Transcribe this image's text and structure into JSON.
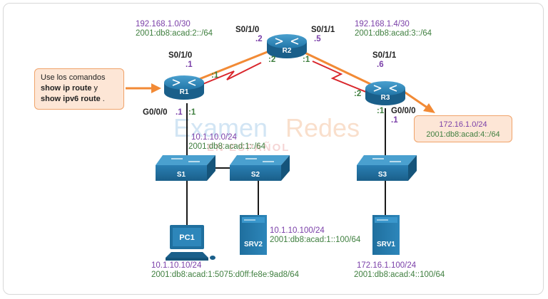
{
  "callout_left": {
    "line1": "Use los comandos",
    "line2_bold": "show ip route",
    "line2_rest": " y",
    "line3_bold": "show ipv6 route",
    "line3_rest": " ."
  },
  "callout_right": {
    "ipv4": "172.16.1.0/24",
    "ipv6": "2001:db8:acad:4::/64"
  },
  "devices": {
    "r1": "R1",
    "r2": "R2",
    "r3": "R3",
    "s1": "S1",
    "s2": "S2",
    "s3": "S3",
    "pc1": "PC1",
    "srv1": "SRV1",
    "srv2": "SRV2"
  },
  "interfaces": {
    "r1_s010": "S0/1/0",
    "r1_g000": "G0/0/0",
    "r2_s010": "S0/1/0",
    "r2_s011": "S0/1/1",
    "r3_s011": "S0/1/1",
    "r3_g000": "G0/0/0"
  },
  "host_ids": {
    "r1_serial_v4": ".1",
    "r1_serial_v6": ":1",
    "r1_lan_v4": ".1",
    "r1_lan_v6": ":1",
    "r2_left_v4": ".2",
    "r2_left_v6": ":2",
    "r2_right_v4": ".5",
    "r2_right_v6": ":1",
    "r3_serial_v4": ".6",
    "r3_serial_v6": ":2",
    "r3_lan_v4": ".1",
    "r3_lan_v6": ":1"
  },
  "networks": {
    "link1_v4": "192.168.1.0/30",
    "link1_v6": "2001:db8:acad:2::/64",
    "link2_v4": "192.168.1.4/30",
    "link2_v6": "2001:db8:acad:3::/64",
    "lan1_v4": "10.1.10.0/24",
    "lan1_v6": "2001:db8:acad:1::/64",
    "pc1_v4": "10.1.10.10/24",
    "pc1_v6": "2001:db8:acad:1:5075:d0ff:fe8e:9ad8/64",
    "srv2_v4": "10.1.10.100/24",
    "srv2_v6": "2001:db8:acad:1::100/64",
    "srv1_v4": "172.16.1.100/24",
    "srv1_v6": "2001:db8:acad:4::100/64"
  },
  "watermark": {
    "line1_a": "Examen",
    "line1_b": "Redes",
    "line2": "EN ESPAÑOL"
  },
  "colors": {
    "ipv4": "#7a3fa8",
    "ipv6": "#3f7f3f",
    "serial_link": "#d9262c",
    "highlight": "#f28a35",
    "device": "#1f6f9e",
    "callout_bg": "#fde6d6"
  },
  "icons": {
    "router": "router-icon",
    "switch": "switch-icon",
    "pc": "pc-icon",
    "server": "server-icon",
    "arrow": "arrow-icon"
  }
}
